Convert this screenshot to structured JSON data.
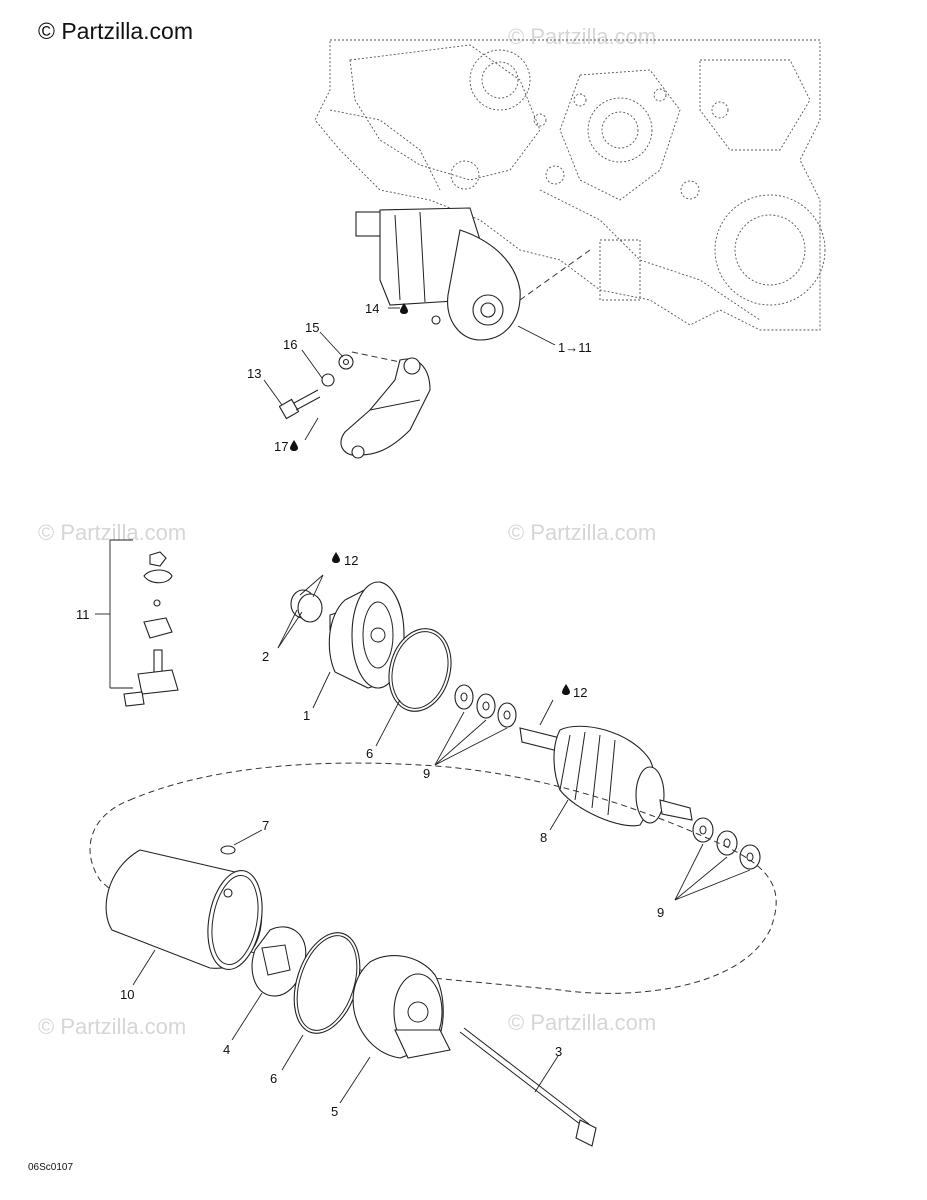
{
  "copyright": "© Partzilla.com",
  "watermark": "© Partzilla.com",
  "diagram_code": "06Sc0107",
  "callouts": [
    {
      "id": "c1_11",
      "text": "1→11"
    },
    {
      "id": "c14",
      "text": "14"
    },
    {
      "id": "c15",
      "text": "15"
    },
    {
      "id": "c16",
      "text": "16"
    },
    {
      "id": "c13",
      "text": "13"
    },
    {
      "id": "c17",
      "text": "17"
    },
    {
      "id": "c11",
      "text": "11"
    },
    {
      "id": "c12a",
      "text": "12"
    },
    {
      "id": "c2",
      "text": "2"
    },
    {
      "id": "c1",
      "text": "1"
    },
    {
      "id": "c6a",
      "text": "6"
    },
    {
      "id": "c9a",
      "text": "9"
    },
    {
      "id": "c12b",
      "text": "12"
    },
    {
      "id": "c8",
      "text": "8"
    },
    {
      "id": "c7",
      "text": "7"
    },
    {
      "id": "c9b",
      "text": "9"
    },
    {
      "id": "c10",
      "text": "10"
    },
    {
      "id": "c4",
      "text": "4"
    },
    {
      "id": "c6b",
      "text": "6"
    },
    {
      "id": "c5",
      "text": "5"
    },
    {
      "id": "c3",
      "text": "3"
    }
  ]
}
